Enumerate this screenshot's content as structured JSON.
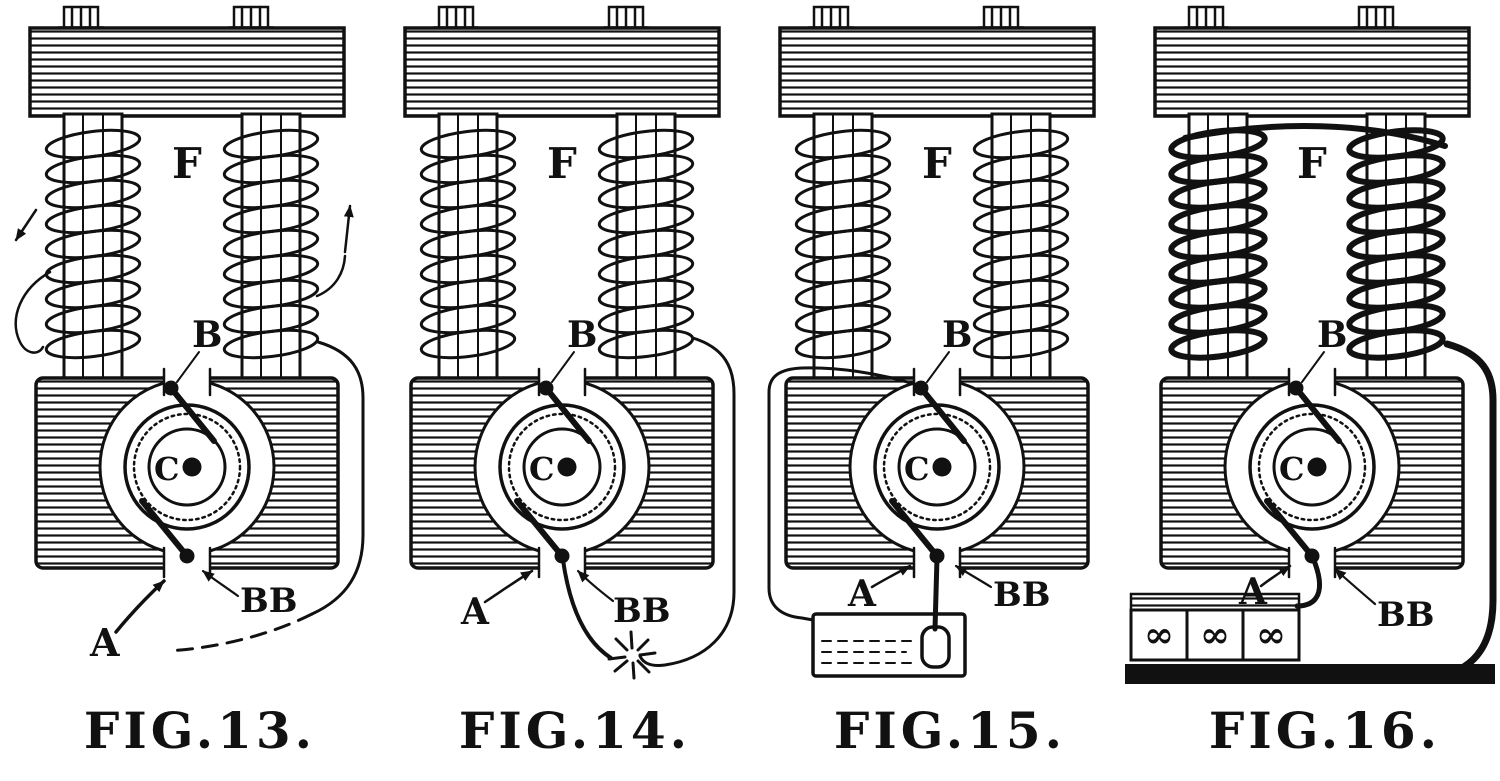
{
  "page": {
    "paper_color": "#ffffff",
    "ink_color": "#111111",
    "description_labels_visible": [
      "F",
      "B",
      "C",
      "A",
      "BB"
    ]
  },
  "figures": [
    {
      "caption": "FIG.13.",
      "labels": {
        "F": "F",
        "B": "B",
        "C": "C",
        "A": "A",
        "BB": "BB"
      }
    },
    {
      "caption": "FIG.14.",
      "labels": {
        "F": "F",
        "B": "B",
        "C": "C",
        "A": "A",
        "BB": "BB"
      }
    },
    {
      "caption": "FIG.15.",
      "labels": {
        "F": "F",
        "B": "B",
        "C": "C",
        "A": "A",
        "BB": "BB"
      }
    },
    {
      "caption": "FIG.16.",
      "labels": {
        "F": "F",
        "B": "B",
        "C": "C",
        "A": "A",
        "BB": "BB"
      },
      "rheostat_symbols": [
        "∞",
        "∞",
        "∞"
      ]
    }
  ]
}
